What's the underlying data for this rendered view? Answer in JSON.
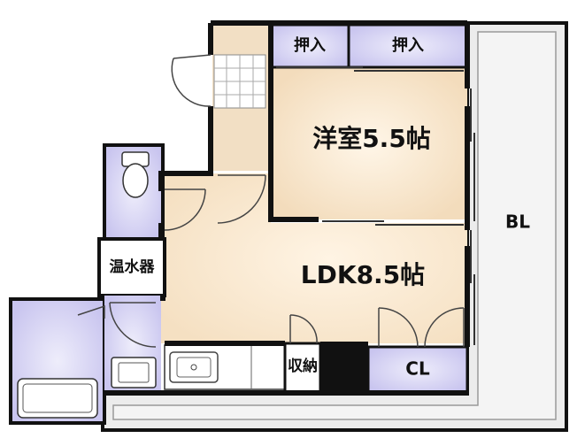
{
  "rooms": {
    "western": {
      "name": "洋室",
      "size": "5.5帖"
    },
    "ldk": {
      "name": "LDK",
      "size": "8.5帖"
    }
  },
  "labels": {
    "closet_left": "押入",
    "closet_right": "押入",
    "water_heater": "温水器",
    "storage": "収納",
    "cl": "CL",
    "balcony": "BL"
  },
  "colors": {
    "wall": "#111111",
    "floor_warm": "#f6e3c7",
    "floor_center": "#fff2df",
    "wet_area": "#d6d3f3",
    "balcony": "#eeeeee",
    "door_swing": "#444444"
  }
}
